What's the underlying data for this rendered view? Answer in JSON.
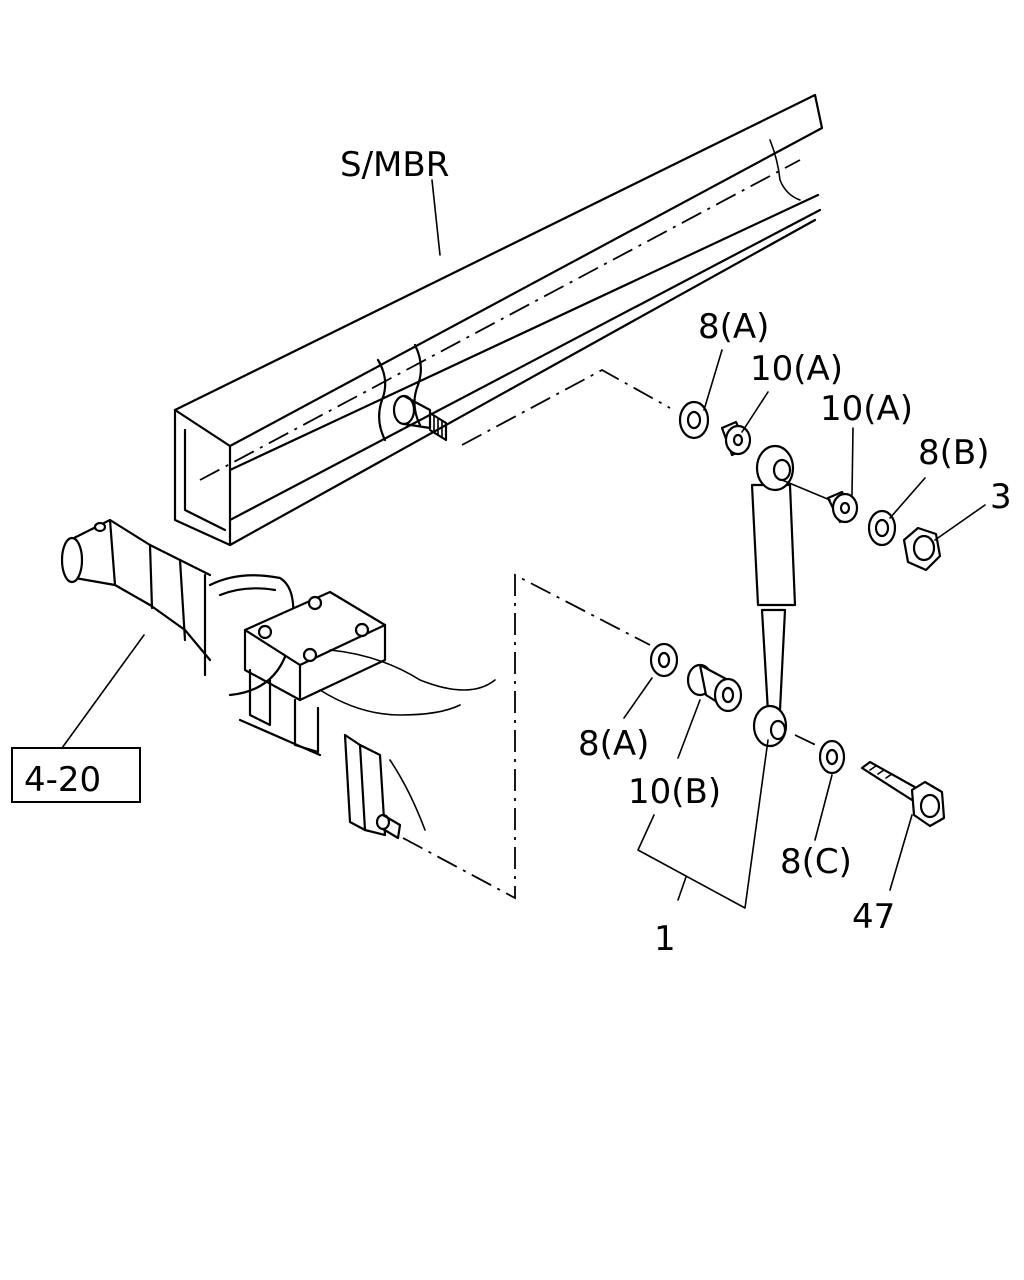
{
  "labels": {
    "side_member": "S/MBR",
    "p8a_top": "8(A)",
    "p10a_left": "10(A)",
    "p10a_right": "10(A)",
    "p8b": "8(B)",
    "p3": "3",
    "ref_4_20": "4-20",
    "p8a_bottom": "8(A)",
    "p10b": "10(B)",
    "p8c": "8(C)",
    "p1": "1",
    "p47": "47"
  }
}
